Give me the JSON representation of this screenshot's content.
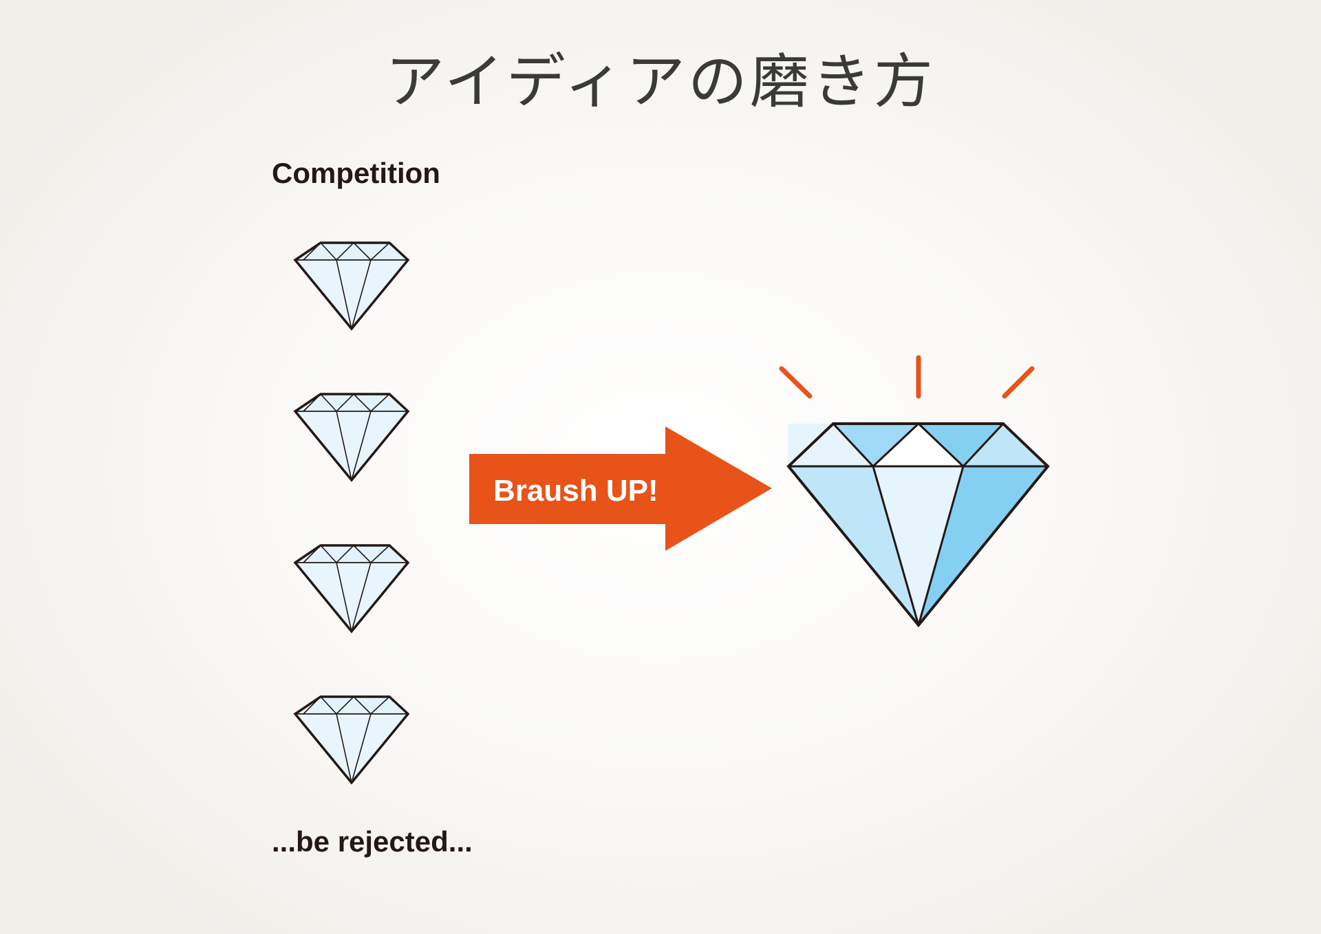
{
  "title": "アイディアの磨き方",
  "left_column": {
    "heading": "Competition",
    "footer": "...be rejected..."
  },
  "arrow": {
    "label": "Braush UP!",
    "color": "#e8531a"
  },
  "colors": {
    "text": "#231815",
    "title": "#3a3a3a",
    "outline": "#231815",
    "accent": "#e8531a",
    "small_diamond_fill": "#e3f3fc",
    "big_diamond_light": "#e6f4fc",
    "big_diamond_mid": "#bfe5f9",
    "big_diamond_dark": "#84d0f2",
    "big_diamond_top_dark": "#9fd9f5",
    "big_diamond_highlight": "#ffffff"
  }
}
